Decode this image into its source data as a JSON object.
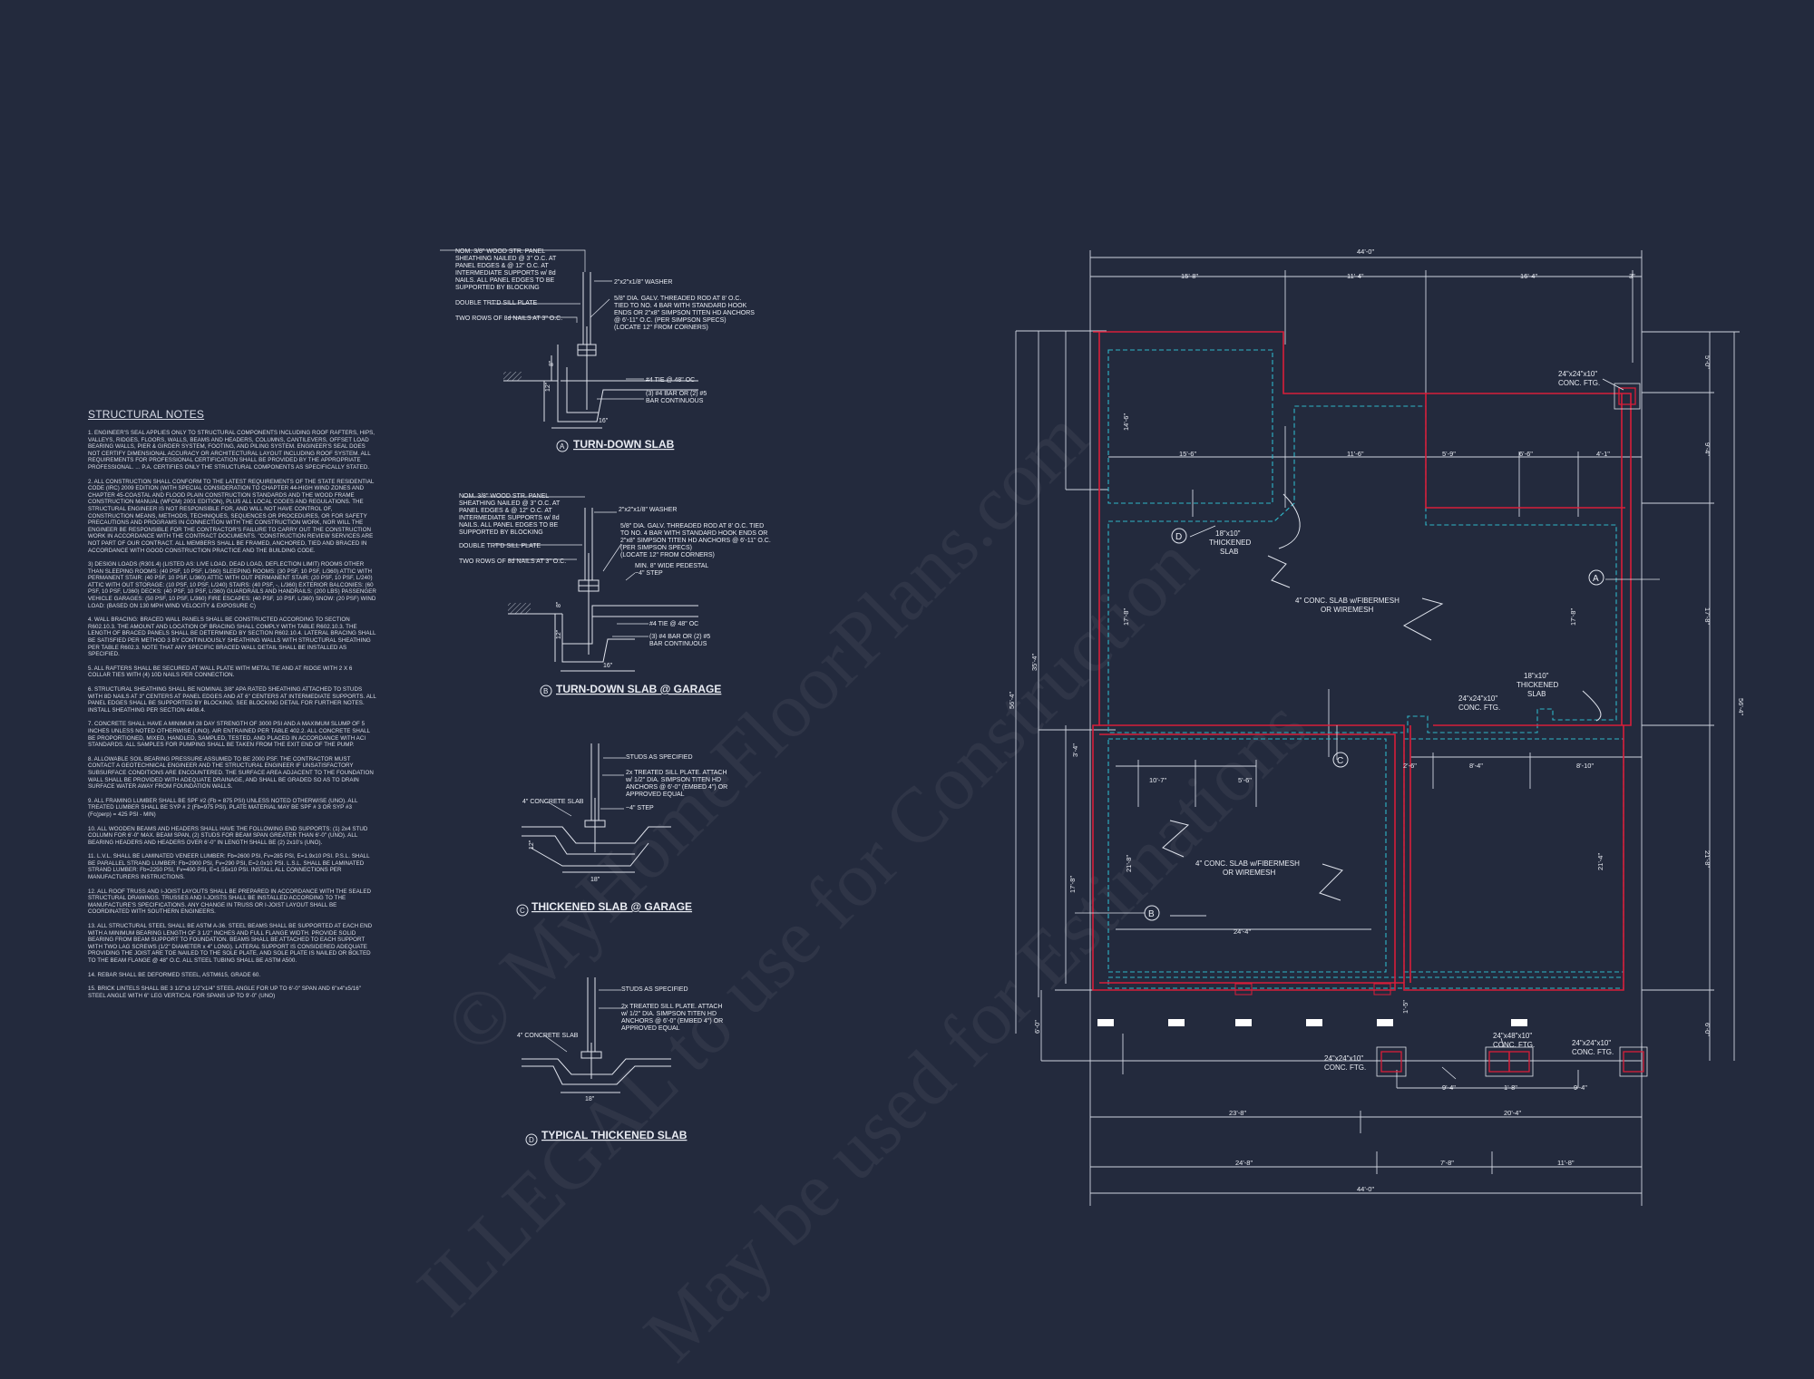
{
  "structural_notes": {
    "title": "STRUCTURAL NOTES",
    "paragraphs": [
      "1. ENGINEER'S SEAL APPLIES ONLY TO STRUCTURAL COMPONENTS INCLUDING ROOF RAFTERS, HIPS, VALLEYS, RIDGES, FLOORS, WALLS, BEAMS AND HEADERS, COLUMNS, CANTILEVERS, OFFSET LOAD BEARING WALLS, PIER & GIRDER SYSTEM, FOOTING, AND PILING SYSTEM. ENGINEER'S SEAL DOES NOT CERTIFY DIMENSIONAL ACCURACY OR ARCHITECTURAL LAYOUT INCLUDING ROOF SYSTEM. ALL REQUIREMENTS FOR PROFESSIONAL CERTIFICATION SHALL BE PROVIDED BY THE APPROPRIATE PROFESSIONAL. ... P.A. CERTIFIES ONLY THE STRUCTURAL COMPONENTS AS SPECIFICALLY STATED.",
      "2. ALL CONSTRUCTION SHALL CONFORM TO THE LATEST REQUIREMENTS OF THE STATE RESIDENTIAL CODE (IRC) 2009 EDITION (WITH SPECIAL CONSIDERATION TO CHAPTER 44-HIGH WIND ZONES AND CHAPTER 45-COASTAL AND FLOOD PLAIN CONSTRUCTION STANDARDS AND THE WOOD FRAME CONSTRUCTION MANUAL (WFCM) 2001 EDITION), PLUS ALL LOCAL CODES AND REGULATIONS. THE STRUCTURAL ENGINEER IS NOT RESPONSIBLE FOR, AND WILL NOT HAVE CONTROL OF, CONSTRUCTION MEANS, METHODS, TECHNIQUES, SEQUENCES OR PROCEDURES, OR FOR SAFETY PRECAUTIONS AND PROGRAMS IN CONNECTION WITH THE CONSTRUCTION WORK, NOR WILL THE ENGINEER BE RESPONSIBLE FOR THE CONTRACTOR'S FAILURE TO CARRY OUT THE CONSTRUCTION WORK IN ACCORDANCE WITH THE CONTRACT DOCUMENTS. \"CONSTRUCTION REVIEW SERVICES ARE NOT PART OF OUR CONTRACT. ALL MEMBERS SHALL BE FRAMED, ANCHORED, TIED AND BRACED IN ACCORDANCE WITH GOOD CONSTRUCTION PRACTICE AND THE BUILDING CODE.",
      "3) DESIGN LOADS (R301.4) (LISTED AS: LIVE LOAD, DEAD LOAD, DEFLECTION LIMIT) ROOMS OTHER THAN SLEEPING ROOMS: (40 PSF, 10 PSF, L/360) SLEEPING ROOMS: (30 PSF, 10 PSF, L/360) ATTIC WITH PERMANENT STAIR: (40 PSF, 10 PSF, L/360) ATTIC WITH OUT PERMANENT STAIR: (20 PSF, 10 PSF, L/240) ATTIC WITH OUT STORAGE: (10 PSF, 10 PSF, L/240) STAIRS: (40 PSF, -, L/360) EXTERIOR BALCONIES: (60 PSF, 10 PSF, L/360) DECKS: (40 PSF, 10 PSF, L/360) GUARDRAILS AND HANDRAILS: (200 LBS) PASSENGER VEHICLE GARAGES: (50 PSF, 10 PSF, L/360) FIRE ESCAPES: (40 PSF, 10 PSF, L/360) SNOW: (20 PSF) WIND LOAD: (BASED ON 130 MPH WIND VELOCITY & EXPOSURE C)",
      "4. WALL BRACING: BRACED WALL PANELS SHALL BE CONSTRUCTED ACCORDING TO SECTION R602.10.3. THE AMOUNT AND LOCATION OF BRACING SHALL COMPLY WITH TABLE R602.10.3. THE LENGTH OF BRACED PANELS SHALL BE DETERMINED BY SECTION R602.10.4. LATERAL BRACING SHALL BE SATISFIED PER METHOD 3 BY CONTINUOUSLY SHEATHING WALLS WITH STRUCTURAL SHEATHING PER TABLE R602.3. NOTE THAT ANY SPECIFIC BRACED WALL DETAIL SHALL BE INSTALLED AS SPECIFIED.",
      "5. ALL RAFTERS SHALL BE SECURED AT WALL PLATE WITH METAL TIE AND AT RIDGE WITH 2 X 6 COLLAR TIES WITH (4) 10D NAILS PER CONNECTION.",
      "6. STRUCTURAL SHEATHING SHALL BE NOMINAL 3/8\" APA RATED SHEATHING ATTACHED TO STUDS WITH 8D NAILS AT 3\" CENTERS AT PANEL EDGES AND AT 6\" CENTERS AT INTERMEDIATE SUPPORTS. ALL PANEL EDGES SHALL BE SUPPORTED BY BLOCKING. SEE BLOCKING DETAIL FOR FURTHER NOTES. INSTALL SHEATHING PER SECTION 4408.4.",
      "7. CONCRETE SHALL HAVE A MINIMUM 28 DAY STRENGTH OF 3000 PSI AND A MAXIMUM SLUMP OF 5 INCHES UNLESS NOTED OTHERWISE (UNO). AIR ENTRAINED PER TABLE 402.2. ALL CONCRETE SHALL BE PROPORTIONED, MIXED, HANDLED, SAMPLED, TESTED, AND PLACED IN ACCORDANCE WITH ACI STANDARDS. ALL SAMPLES FOR PUMPING SHALL BE TAKEN FROM THE EXIT END OF THE PUMP.",
      "8. ALLOWABLE SOIL BEARING PRESSURE ASSUMED TO BE 2000 PSF. THE CONTRACTOR MUST CONTACT A GEOTECHNICAL ENGINEER AND THE STRUCTURAL ENGINEER IF UNSATISFACTORY SUBSURFACE CONDITIONS ARE ENCOUNTERED. THE SURFACE AREA ADJACENT TO THE FOUNDATION WALL SHALL BE PROVIDED WITH ADEQUATE DRAINAGE, AND SHALL BE GRADED SO AS TO DRAIN SURFACE WATER AWAY FROM FOUNDATION WALLS.",
      "9. ALL FRAMING LUMBER SHALL BE SPF #2 (Fb = 875 PSI) UNLESS NOTED OTHERWISE (UNO). ALL TREATED LUMBER SHALL BE SYP # 2 (Fb=975 PSI). PLATE MATERIAL MAY BE SPF # 3 OR SYP #3 (Fc(perp) = 425 PSI - MIN)",
      "10. ALL WOODEN BEAMS AND HEADERS SHALL HAVE THE FOLLOWING END SUPPORTS: (1) 2x4 STUD COLUMN FOR 6'-0\" MAX. BEAM SPAN, (2) STUDS FOR BEAM SPAN GREATER THAN 6'-0\" (UNO). ALL BEARING HEADERS AND HEADERS OVER 6'-0\" IN LENGTH SHALL BE (2) 2x10's (UNO).",
      "11. L.V.L. SHALL BE LAMINATED VENEER LUMBER: Fb=2600 PSI, Fv=285 PSI, E=1.9x10 PSI. P.S.L. SHALL BE PARALLEL STRAND LUMBER: Fb=2900 PSI, Fv=290 PSI, E=2.0x10 PSI. L.S.L. SHALL BE LAMINATED STRAND LUMBER: Fb=2250 PSI, Fv=400 PSI, E=1.55x10 PSI. INSTALL ALL CONNECTIONS PER MANUFACTURERS INSTRUCTIONS.",
      "12. ALL ROOF TRUSS AND I-JOIST LAYOUTS SHALL BE PREPARED IN ACCORDANCE WITH THE SEALED STRUCTURAL DRAWINGS. TRUSSES AND I-JOISTS SHALL BE INSTALLED ACCORDING TO THE MANUFACTURE'S SPECIFICATIONS. ANY CHANGE IN TRUSS OR I-JOIST LAYOUT SHALL BE COORDINATED WITH SOUTHERN ENGINEERS.",
      "13. ALL STRUCTURAL STEEL SHALL BE ASTM A-36. STEEL BEAMS SHALL BE SUPPORTED AT EACH END WITH A MINIMUM BEARING LENGTH OF 3 1/2\" INCHES AND FULL FLANGE WIDTH. PROVIDE SOLID BEARING FROM BEAM SUPPORT TO FOUNDATION. BEAMS SHALL BE ATTACHED TO EACH SUPPORT WITH TWO LAG SCREWS (1/2\" DIAMETER x 4\" LONG). LATERAL SUPPORT IS CONSIDERED ADEQUATE PROVIDING THE JOIST ARE TOE NAILED TO THE SOLE PLATE, AND SOLE PLATE IS NAILED OR BOLTED TO THE BEAM FLANGE @ 48\" O.C. ALL STEEL TUBING SHALL BE ASTM A500.",
      "14. REBAR SHALL BE DEFORMED STEEL, ASTM615, GRADE 60.",
      "15. BRICK LINTELS SHALL BE 3 1/2\"x3 1/2\"x1/4\" STEEL ANGLE FOR UP TO 6'-0\" SPAN AND 6\"x4\"x5/16\" STEEL ANGLE WITH 6\" LEG VERTICAL FOR SPANS UP TO 9'-0\" (UNO)"
    ]
  },
  "details": {
    "a": {
      "letter": "A",
      "title": "TURN-DOWN SLAB",
      "notes": [
        "NOM. 3/8\" WOOD STR. PANEL",
        "SHEATHING NAILED @ 3\" O.C. AT",
        "PANEL EDGES & @ 12\" O.C. AT",
        "INTERMEDIATE SUPPORTS w/ 8d",
        "NAILS. ALL PANEL EDGES TO BE",
        "SUPPORTED BY BLOCKING"
      ],
      "sill": "DOUBLE TRT'D SILL PLATE",
      "nails": "TWO ROWS OF 8d NAILS AT 3\" O.C.",
      "washer": "2\"x2\"x1/8\" WASHER",
      "rod": [
        "5/8\" DIA. GALV. THREADED ROD AT 8' O.C.",
        "TIED TO NO. 4 BAR WITH STANDARD HOOK",
        "ENDS OR 2\"x8\" SIMPSON TITEN HD ANCHORS",
        "@ 6'-11\" O.C. (PER SIMPSON SPECS)",
        "(LOCATE 12\" FROM CORNERS)"
      ],
      "tie": "#4 TIE @ 48\" OC",
      "bar": [
        "(3) #4 BAR OR (2) #5",
        "BAR CONTINUOUS"
      ],
      "dim_w": "16\"",
      "dim_h": "12\"",
      "dim_t": "8\""
    },
    "b": {
      "letter": "B",
      "title": "TURN-DOWN SLAB @ GARAGE",
      "notes": [
        "NOM. 3/8\" WOOD STR. PANEL",
        "SHEATHING NAILED @ 3\" O.C. AT",
        "PANEL EDGES & @ 12\" O.C. AT",
        "INTERMEDIATE SUPPORTS w/ 8d",
        "NAILS. ALL PANEL EDGES TO BE",
        "SUPPORTED BY BLOCKING"
      ],
      "sill": "DOUBLE TRT'D SILL PLATE",
      "nails": "TWO ROWS OF 8d NAILS AT 3\" O.C.",
      "washer": "2\"x2\"x1/8\" WASHER",
      "rod": [
        "5/8\" DIA. GALV. THREADED ROD AT 8' O.C. TIED",
        "TO NO. 4 BAR WITH STANDARD HOOK ENDS OR",
        "2\"x8\" SIMPSON TITEN HD ANCHORS @ 6'-11\" O.C.",
        "(PER SIMPSON SPECS)",
        "(LOCATE 12\" FROM CORNERS)"
      ],
      "pedestal": [
        "MIN. 8\" WIDE PEDESTAL",
        "~4\" STEP"
      ],
      "tie": "#4 TIE @ 48\" OC",
      "bar": [
        "(3) #4 BAR OR (2) #5",
        "BAR CONTINUOUS"
      ],
      "dim_w": "16\"",
      "dim_h": "12\"",
      "dim_t": "8\""
    },
    "c": {
      "letter": "C",
      "title": "THICKENED SLAB @ GARAGE",
      "studs": "STUDS AS SPECIFIED",
      "plate": [
        "2x TREATED SILL PLATE. ATTACH",
        "w/ 1/2\" DIA. SIMPSON TITEN HD",
        "ANCHORS @ 6'-0\" (EMBED 4\") OR",
        "APPROVED EQUAL"
      ],
      "step": "~4\" STEP",
      "slab": "4\" CONCRETE SLAB",
      "dim_w": "18\"",
      "dim_h": "12\""
    },
    "d": {
      "letter": "D",
      "title": "TYPICAL THICKENED SLAB",
      "studs": "STUDS AS SPECIFIED",
      "plate": [
        "2x TREATED SILL PLATE. ATTACH",
        "w/ 1/2\" DIA. SIMPSON TITEN HD",
        "ANCHORS @ 6'-0\" (EMBED 4\") OR",
        "APPROVED EQUAL"
      ],
      "slab": "4\" CONCRETE SLAB",
      "dim_w": "18\""
    }
  },
  "plan": {
    "top_overall": "44'-0\"",
    "top_segments": [
      "15'-8\"",
      "11'-4\"",
      "16'-4\"",
      "3\""
    ],
    "inner_segments_1": [
      "15'-6\"",
      "11'-6\""
    ],
    "inner_segments_2": [
      "5'-9\"",
      "6'-6\"",
      "4'-1\""
    ],
    "left_overall": "56'-4\"",
    "left_main": "35'-4\"",
    "left_segments": [
      "14'-6\"",
      "17'-8\"",
      "3'-4\"",
      "17'-8\"",
      "6'-0\""
    ],
    "right_overall": "56'-4\"",
    "right_segments": [
      "5'-0\"",
      "9'-4\"",
      "17'-8\"",
      "21'-8\"",
      "6'-0\""
    ],
    "inner_vertical": [
      "17'-8\"",
      "21'-8\"",
      "21'-4\"",
      "1'-5\""
    ],
    "mid_row": [
      "10'-7\"",
      "5'-6\"",
      "2'-6\"",
      "8'-4\"",
      "8'-10\""
    ],
    "garage_width": "24'-4\"",
    "bottom_row_1": [
      "23'-8\"",
      "20'-4\""
    ],
    "bottom_row_1b": [
      "9'-4\"",
      "1'-8\"",
      "9'-4\""
    ],
    "bottom_row_2": [
      "24'-8\"",
      "7'-8\"",
      "11'-8\""
    ],
    "bottom_overall": "44'-0\"",
    "slab_note": [
      "4\" CONC. SLAB w/FIBERMESH",
      "OR WIREMESH"
    ],
    "thickened": [
      "18\"x10\"",
      "THICKENED",
      "SLAB"
    ],
    "ftg_24": [
      "24\"x24\"x10\"",
      "CONC. FTG."
    ],
    "ftg_48": [
      "24\"x48\"x10\"",
      "CONC. FTG."
    ],
    "markers": [
      "A",
      "B",
      "C",
      "D"
    ]
  },
  "watermarks": [
    "© MyHomeFloorPlans.com",
    "ILLEGAL to use for Construction",
    "May be used for Estimations"
  ],
  "colors": {
    "background": "#232a3d",
    "line": "#dfe3ec",
    "foundation": "#d81e3a",
    "footing": "#2fb6c8"
  }
}
